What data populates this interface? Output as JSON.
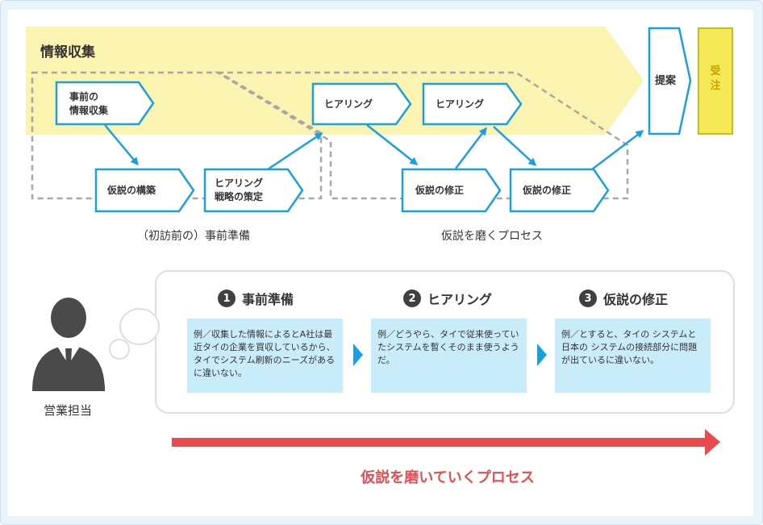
{
  "top_band_title": "情報収集",
  "boxes": {
    "prior_info": [
      "事前の",
      "情報収集"
    ],
    "hypothesis_build": "仮説の構築",
    "hearing_strategy": [
      "ヒアリング",
      "戦略の策定"
    ],
    "hearing_1": "ヒアリング",
    "hearing_2": "ヒアリング",
    "revise_1": "仮説の修正",
    "revise_2": "仮説の修正",
    "proposal": "提案",
    "order": "受注"
  },
  "captions": {
    "preparation": "（初訪前の）事前準備",
    "refine_process": "仮説を磨くプロセス"
  },
  "person_label": "営業担当",
  "steps": [
    {
      "number": "1",
      "title": "事前準備",
      "example": "例／収集した情報によるとA社は最近タイの企業を買収しているから、タイでシステム刷新のニーズがあるに違いない。"
    },
    {
      "number": "2",
      "title": "ヒアリング",
      "example": "例／どうやら、タイで従来使っていたシステムを暫くそのまま使うようだ。"
    },
    {
      "number": "3",
      "title": "仮説の修正",
      "example": "例／とすると、タイの システムと日本の システムの接続部分に問題が出ているに違いない。"
    }
  ],
  "bottom_caption": "仮説を磨いていくプロセス",
  "colors": {
    "accent_blue": "#1a9fe0",
    "band_yellow": "#fbf3b0",
    "order_yellow": "#f5ea55",
    "red": "#e84c4f",
    "card_blue": "#c9ecfb"
  }
}
